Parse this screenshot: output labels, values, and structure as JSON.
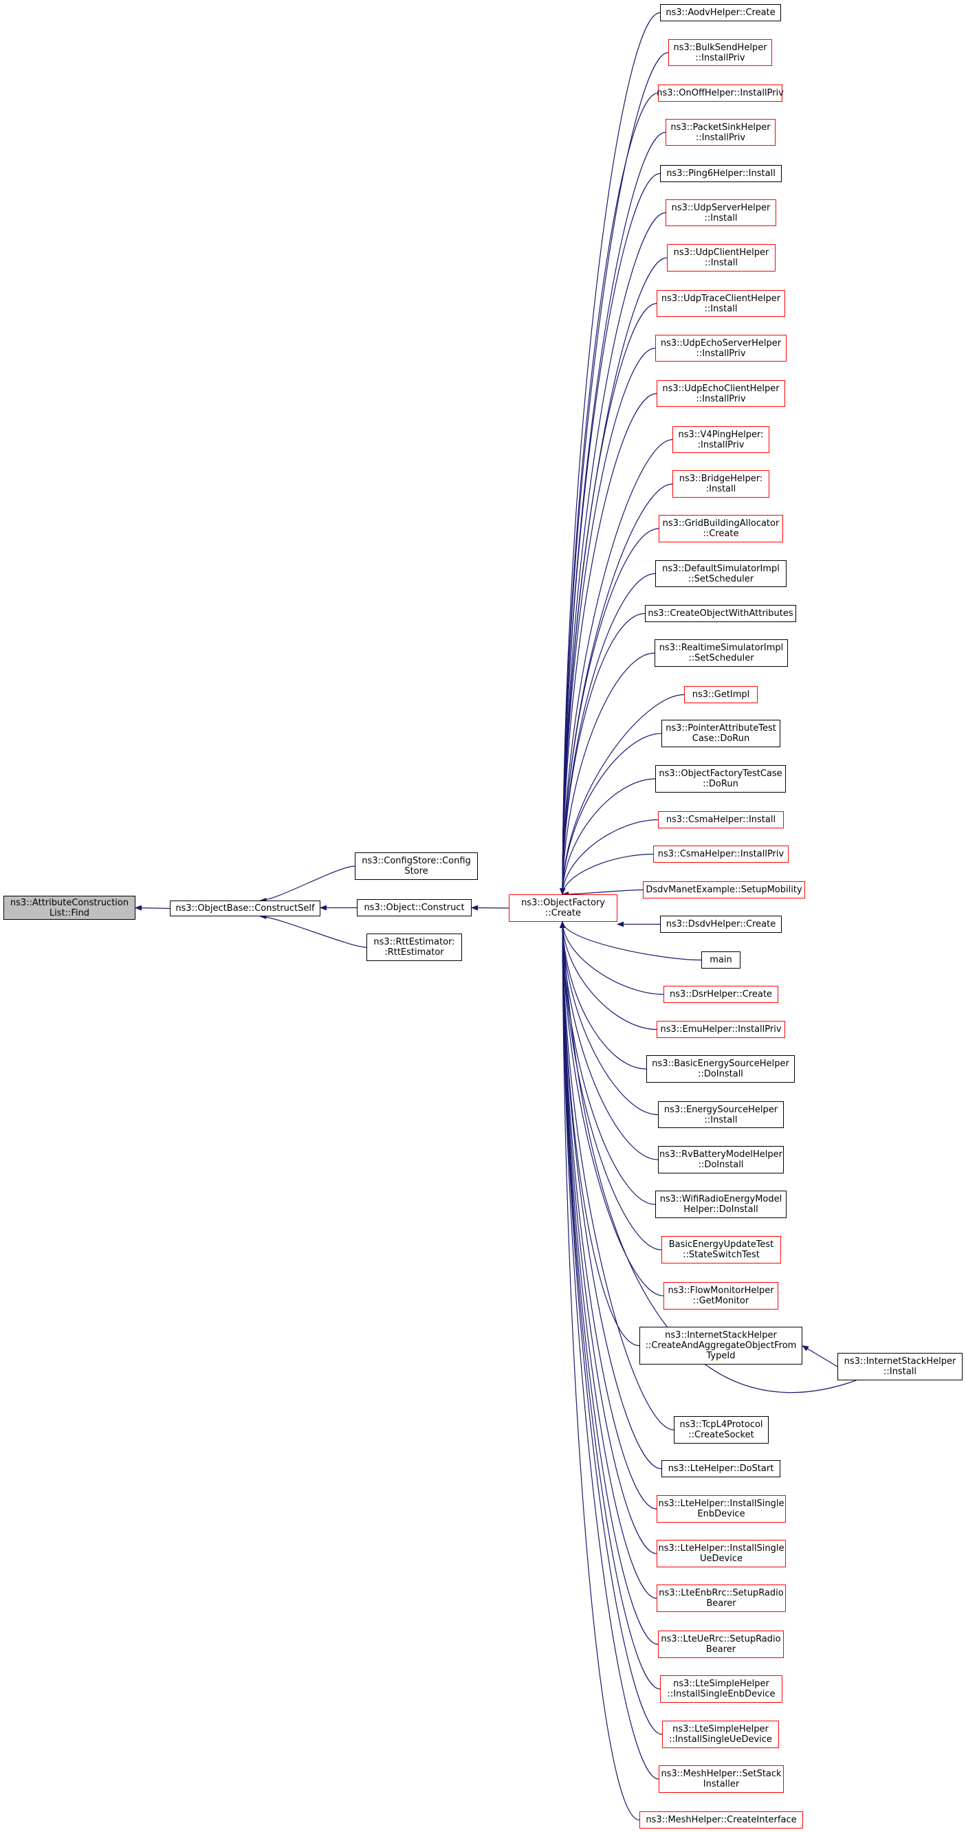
{
  "diagram": {
    "colors": {
      "edge": "#191970",
      "red_border": "#ff0000",
      "black_border": "#000000",
      "root_fill": "#bfbfbf"
    },
    "nodes": [
      {
        "id": "attr_find",
        "lines": [
          "ns3::AttributeConstruction",
          "List::Find"
        ],
        "border": "black",
        "focus": true
      },
      {
        "id": "objbase_cs",
        "lines": [
          "ns3::ObjectBase::ConstructSelf"
        ],
        "border": "black"
      },
      {
        "id": "configstore",
        "lines": [
          "ns3::ConfigStore::Config",
          "Store"
        ],
        "border": "black"
      },
      {
        "id": "object_construct",
        "lines": [
          "ns3::Object::Construct"
        ],
        "border": "black"
      },
      {
        "id": "rttestimator",
        "lines": [
          "ns3::RttEstimator:",
          ":RttEstimator"
        ],
        "border": "black"
      },
      {
        "id": "objfactory_create",
        "lines": [
          "ns3::ObjectFactory",
          "::Create"
        ],
        "border": "red"
      },
      {
        "id": "c01",
        "lines": [
          "ns3::AodvHelper::Create"
        ],
        "border": "black"
      },
      {
        "id": "c02",
        "lines": [
          "ns3::BulkSendHelper",
          "::InstallPriv"
        ],
        "border": "red"
      },
      {
        "id": "c03",
        "lines": [
          "ns3::OnOffHelper::InstallPriv"
        ],
        "border": "red"
      },
      {
        "id": "c04",
        "lines": [
          "ns3::PacketSinkHelper",
          "::InstallPriv"
        ],
        "border": "red"
      },
      {
        "id": "c05",
        "lines": [
          "ns3::Ping6Helper::Install"
        ],
        "border": "black"
      },
      {
        "id": "c06",
        "lines": [
          "ns3::UdpServerHelper",
          "::Install"
        ],
        "border": "red"
      },
      {
        "id": "c07",
        "lines": [
          "ns3::UdpClientHelper",
          "::Install"
        ],
        "border": "red"
      },
      {
        "id": "c08",
        "lines": [
          "ns3::UdpTraceClientHelper",
          "::Install"
        ],
        "border": "red"
      },
      {
        "id": "c09",
        "lines": [
          "ns3::UdpEchoServerHelper",
          "::InstallPriv"
        ],
        "border": "red"
      },
      {
        "id": "c10",
        "lines": [
          "ns3::UdpEchoClientHelper",
          "::InstallPriv"
        ],
        "border": "red"
      },
      {
        "id": "c11",
        "lines": [
          "ns3::V4PingHelper:",
          ":InstallPriv"
        ],
        "border": "red"
      },
      {
        "id": "c12",
        "lines": [
          "ns3::BridgeHelper:",
          ":Install"
        ],
        "border": "red"
      },
      {
        "id": "c13",
        "lines": [
          "ns3::GridBuildingAllocator",
          "::Create"
        ],
        "border": "red"
      },
      {
        "id": "c14",
        "lines": [
          "ns3::DefaultSimulatorImpl",
          "::SetScheduler"
        ],
        "border": "black"
      },
      {
        "id": "c15",
        "lines": [
          "ns3::CreateObjectWithAttributes"
        ],
        "border": "black"
      },
      {
        "id": "c16",
        "lines": [
          "ns3::RealtimeSimulatorImpl",
          "::SetScheduler"
        ],
        "border": "black"
      },
      {
        "id": "c17",
        "lines": [
          "ns3::GetImpl"
        ],
        "border": "red"
      },
      {
        "id": "c18",
        "lines": [
          "ns3::PointerAttributeTest",
          "Case::DoRun"
        ],
        "border": "black"
      },
      {
        "id": "c19",
        "lines": [
          "ns3::ObjectFactoryTestCase",
          "::DoRun"
        ],
        "border": "black"
      },
      {
        "id": "c20",
        "lines": [
          "ns3::CsmaHelper::Install"
        ],
        "border": "red"
      },
      {
        "id": "c21",
        "lines": [
          "ns3::CsmaHelper::InstallPriv"
        ],
        "border": "red"
      },
      {
        "id": "c22",
        "lines": [
          "DsdvManetExample::SetupMobility"
        ],
        "border": "red"
      },
      {
        "id": "c23",
        "lines": [
          "ns3::DsdvHelper::Create"
        ],
        "border": "black"
      },
      {
        "id": "c24",
        "lines": [
          "main"
        ],
        "border": "black"
      },
      {
        "id": "c25",
        "lines": [
          "ns3::DsrHelper::Create"
        ],
        "border": "red"
      },
      {
        "id": "c26",
        "lines": [
          "ns3::EmuHelper::InstallPriv"
        ],
        "border": "red"
      },
      {
        "id": "c27",
        "lines": [
          "ns3::BasicEnergySourceHelper",
          "::DoInstall"
        ],
        "border": "black"
      },
      {
        "id": "c28",
        "lines": [
          "ns3::EnergySourceHelper",
          "::Install"
        ],
        "border": "black"
      },
      {
        "id": "c29",
        "lines": [
          "ns3::RvBatteryModelHelper",
          "::DoInstall"
        ],
        "border": "black"
      },
      {
        "id": "c30",
        "lines": [
          "ns3::WifiRadioEnergyModel",
          "Helper::DoInstall"
        ],
        "border": "black"
      },
      {
        "id": "c31",
        "lines": [
          "BasicEnergyUpdateTest",
          "::StateSwitchTest"
        ],
        "border": "red"
      },
      {
        "id": "c32",
        "lines": [
          "ns3::FlowMonitorHelper",
          "::GetMonitor"
        ],
        "border": "red"
      },
      {
        "id": "c33",
        "lines": [
          "ns3::InternetStackHelper",
          "::CreateAndAggregateObjectFrom",
          "TypeId"
        ],
        "border": "black"
      },
      {
        "id": "internetstack_install",
        "lines": [
          "ns3::InternetStackHelper",
          "::Install"
        ],
        "border": "black"
      },
      {
        "id": "c34",
        "lines": [
          "ns3::TcpL4Protocol",
          "::CreateSocket"
        ],
        "border": "black"
      },
      {
        "id": "c35",
        "lines": [
          "ns3::LteHelper::DoStart"
        ],
        "border": "black"
      },
      {
        "id": "c36",
        "lines": [
          "ns3::LteHelper::InstallSingle",
          "EnbDevice"
        ],
        "border": "red"
      },
      {
        "id": "c37",
        "lines": [
          "ns3::LteHelper::InstallSingle",
          "UeDevice"
        ],
        "border": "red"
      },
      {
        "id": "c38",
        "lines": [
          "ns3::LteEnbRrc::SetupRadio",
          "Bearer"
        ],
        "border": "red"
      },
      {
        "id": "c39",
        "lines": [
          "ns3::LteUeRrc::SetupRadio",
          "Bearer"
        ],
        "border": "red"
      },
      {
        "id": "c40",
        "lines": [
          "ns3::LteSimpleHelper",
          "::InstallSingleEnbDevice"
        ],
        "border": "red"
      },
      {
        "id": "c41",
        "lines": [
          "ns3::LteSimpleHelper",
          "::InstallSingleUeDevice"
        ],
        "border": "red"
      },
      {
        "id": "c42",
        "lines": [
          "ns3::MeshHelper::SetStack",
          "Installer"
        ],
        "border": "red"
      },
      {
        "id": "c43",
        "lines": [
          "ns3::MeshHelper::CreateInterface"
        ],
        "border": "red"
      }
    ],
    "edges": [
      {
        "from": "objbase_cs",
        "to": "attr_find"
      },
      {
        "from": "configstore",
        "to": "objbase_cs"
      },
      {
        "from": "object_construct",
        "to": "objbase_cs"
      },
      {
        "from": "rttestimator",
        "to": "objbase_cs"
      },
      {
        "from": "objfactory_create",
        "to": "object_construct"
      },
      {
        "from": "c01",
        "to": "objfactory_create"
      },
      {
        "from": "c02",
        "to": "objfactory_create"
      },
      {
        "from": "c03",
        "to": "objfactory_create"
      },
      {
        "from": "c04",
        "to": "objfactory_create"
      },
      {
        "from": "c05",
        "to": "objfactory_create"
      },
      {
        "from": "c06",
        "to": "objfactory_create"
      },
      {
        "from": "c07",
        "to": "objfactory_create"
      },
      {
        "from": "c08",
        "to": "objfactory_create"
      },
      {
        "from": "c09",
        "to": "objfactory_create"
      },
      {
        "from": "c10",
        "to": "objfactory_create"
      },
      {
        "from": "c11",
        "to": "objfactory_create"
      },
      {
        "from": "c12",
        "to": "objfactory_create"
      },
      {
        "from": "c13",
        "to": "objfactory_create"
      },
      {
        "from": "c14",
        "to": "objfactory_create"
      },
      {
        "from": "c15",
        "to": "objfactory_create"
      },
      {
        "from": "c16",
        "to": "objfactory_create"
      },
      {
        "from": "c17",
        "to": "objfactory_create"
      },
      {
        "from": "c18",
        "to": "objfactory_create"
      },
      {
        "from": "c19",
        "to": "objfactory_create"
      },
      {
        "from": "c20",
        "to": "objfactory_create"
      },
      {
        "from": "c21",
        "to": "objfactory_create"
      },
      {
        "from": "c22",
        "to": "objfactory_create"
      },
      {
        "from": "c23",
        "to": "objfactory_create"
      },
      {
        "from": "c24",
        "to": "objfactory_create"
      },
      {
        "from": "c25",
        "to": "objfactory_create"
      },
      {
        "from": "c26",
        "to": "objfactory_create"
      },
      {
        "from": "c27",
        "to": "objfactory_create"
      },
      {
        "from": "c28",
        "to": "objfactory_create"
      },
      {
        "from": "c29",
        "to": "objfactory_create"
      },
      {
        "from": "c30",
        "to": "objfactory_create"
      },
      {
        "from": "c31",
        "to": "objfactory_create"
      },
      {
        "from": "c32",
        "to": "objfactory_create"
      },
      {
        "from": "c33",
        "to": "objfactory_create"
      },
      {
        "from": "internetstack_install",
        "to": "objfactory_create"
      },
      {
        "from": "internetstack_install",
        "to": "c33"
      },
      {
        "from": "c34",
        "to": "objfactory_create"
      },
      {
        "from": "c35",
        "to": "objfactory_create"
      },
      {
        "from": "c36",
        "to": "objfactory_create"
      },
      {
        "from": "c37",
        "to": "objfactory_create"
      },
      {
        "from": "c38",
        "to": "objfactory_create"
      },
      {
        "from": "c39",
        "to": "objfactory_create"
      },
      {
        "from": "c40",
        "to": "objfactory_create"
      },
      {
        "from": "c41",
        "to": "objfactory_create"
      },
      {
        "from": "c42",
        "to": "objfactory_create"
      },
      {
        "from": "c43",
        "to": "objfactory_create"
      }
    ]
  }
}
